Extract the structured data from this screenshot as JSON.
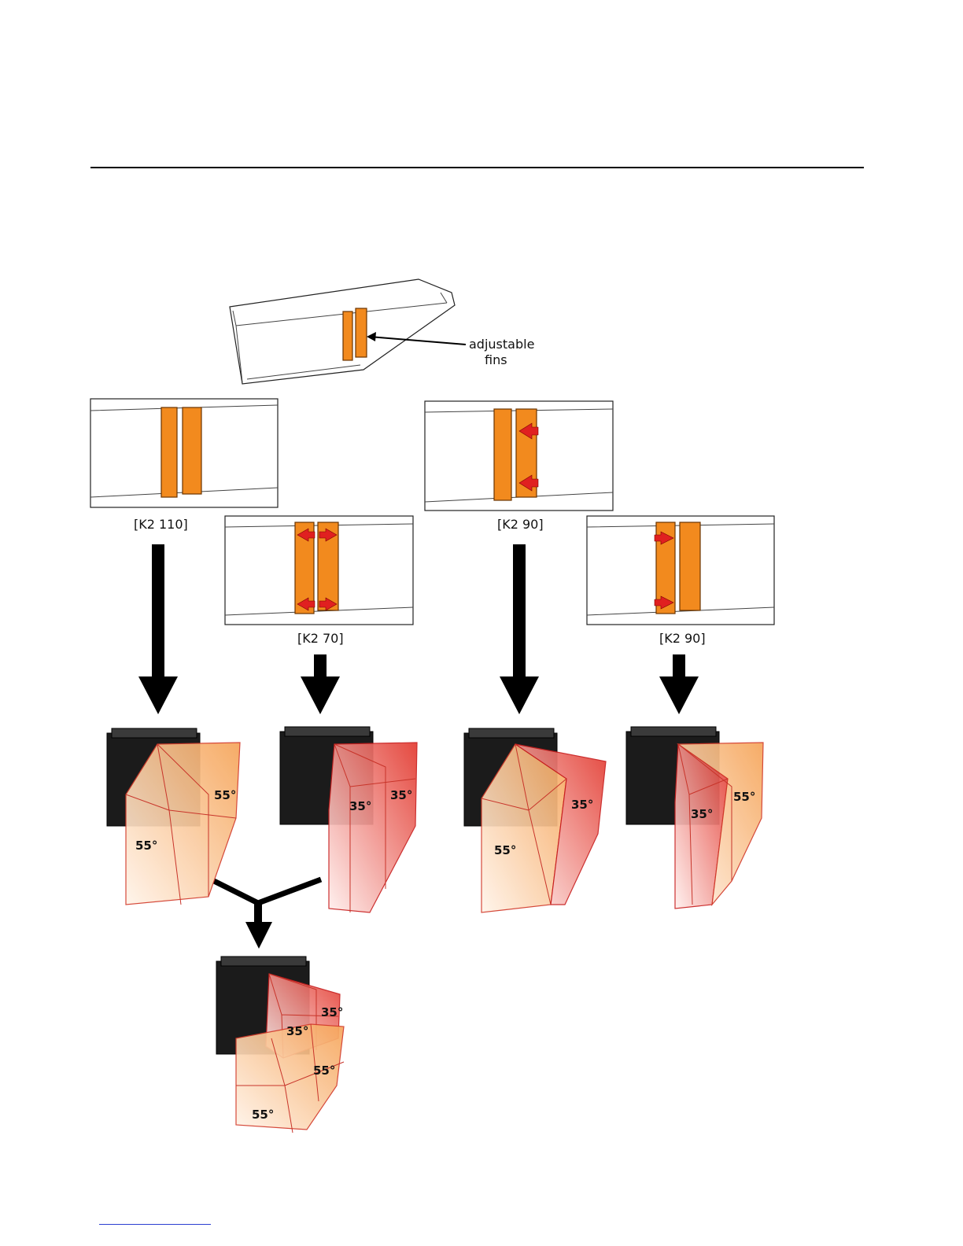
{
  "callout": {
    "text_line1": "adjustable",
    "text_line2": "fins"
  },
  "configs": [
    {
      "label": "[K2 110]"
    },
    {
      "label": "[K2 70]"
    },
    {
      "label": "[K2 90]"
    },
    {
      "label": "[K2 90]"
    }
  ],
  "coverage": {
    "k2_110": {
      "left": "55°",
      "right": "55°"
    },
    "k2_70": {
      "left": "35°",
      "right": "35°"
    },
    "k2_90_a": {
      "left": "55°",
      "right": "35°"
    },
    "k2_90_b": {
      "left": "35°",
      "right": "55°"
    },
    "combined": {
      "upper_left": "35°",
      "upper_right": "35°",
      "lower_left": "55°",
      "lower_right": "55°"
    }
  },
  "colors": {
    "fin": "#f28a1e",
    "arrow_red": "#e02020",
    "lobe_orange": "#f7b46a",
    "lobe_red": "#e8443a"
  }
}
